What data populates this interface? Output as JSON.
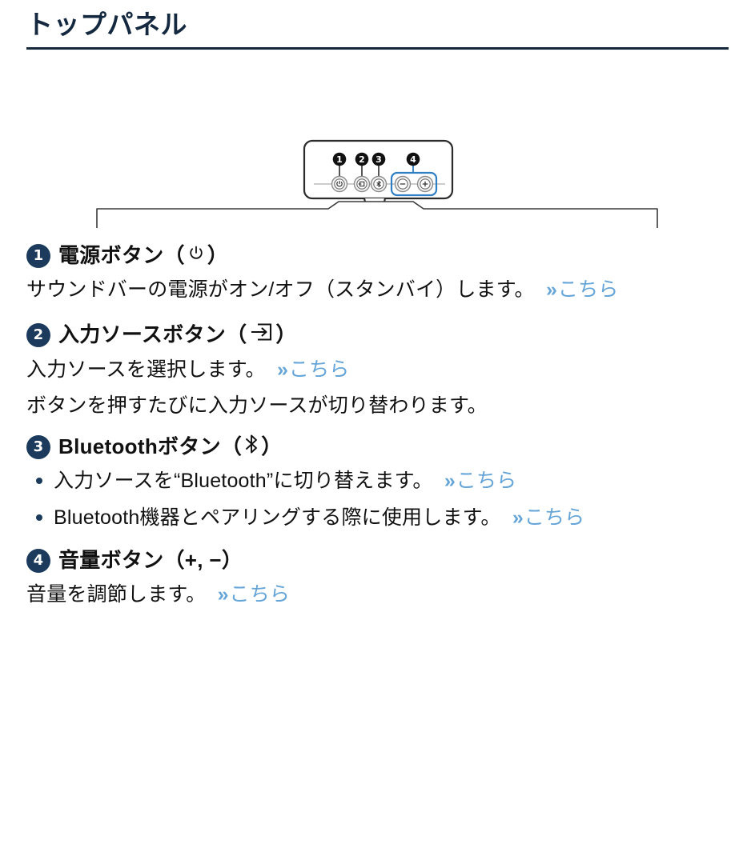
{
  "header": {
    "title": "トップパネル"
  },
  "diagram": {
    "name": "top-panel-callout-diagram",
    "callout_numbers": [
      "1",
      "2",
      "3",
      "4"
    ],
    "button_icons": [
      "power-icon",
      "input-source-icon",
      "bluetooth-icon",
      "volume-down-icon",
      "volume-up-icon"
    ],
    "highlight_color": "#2f7fc4",
    "soundbar_label": "soundbar-outline"
  },
  "items": [
    {
      "number": "1",
      "heading": "電源ボタン（",
      "heading_suffix": "）",
      "icon": "power-icon",
      "paragraphs": [
        {
          "text": "サウンドバーの電源がオン/オフ（スタンバイ）します。",
          "link": "こちら",
          "link_chevron": "»"
        }
      ]
    },
    {
      "number": "2",
      "heading": "入力ソースボタン（",
      "heading_suffix": "）",
      "icon": "input-source-icon",
      "paragraphs": [
        {
          "text": "入力ソースを選択します。",
          "link": "こちら",
          "link_chevron": "»"
        },
        {
          "text": "ボタンを押すたびに入力ソースが切り替わります。",
          "link": "",
          "link_chevron": ""
        }
      ]
    },
    {
      "number": "3",
      "heading": "Bluetoothボタン（",
      "heading_suffix": "）",
      "icon": "bluetooth-icon",
      "bullets": [
        {
          "text": "入力ソースを“Bluetooth”に切り替えます。",
          "link": "こちら",
          "link_chevron": "»"
        },
        {
          "text": "Bluetooth機器とペアリングする際に使用します。",
          "link": "こちら",
          "link_chevron": "»"
        }
      ]
    },
    {
      "number": "4",
      "heading": "音量ボタン（+, −）",
      "heading_suffix": "",
      "icon": "",
      "paragraphs": [
        {
          "text": "音量を調節します。",
          "link": "こちら",
          "link_chevron": "»"
        }
      ]
    }
  ],
  "colors": {
    "heading_navy": "#14293f",
    "badge_navy": "#1b3a5c",
    "link_blue": "#66a5d8",
    "rule_navy": "#16293c",
    "diagram_line": "#2b2b2b"
  }
}
